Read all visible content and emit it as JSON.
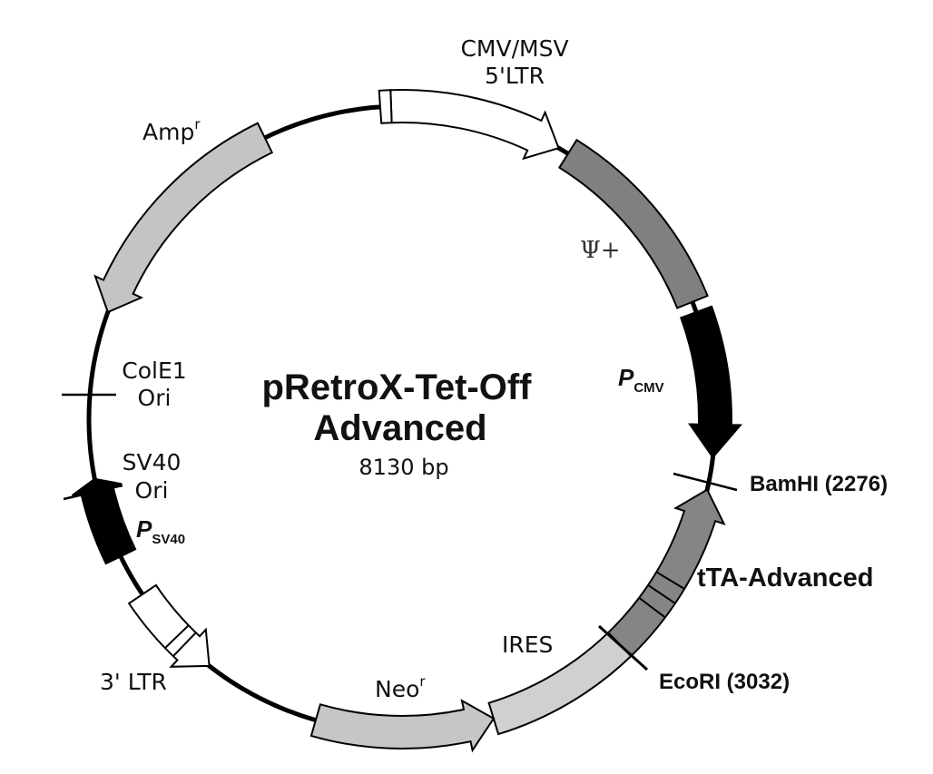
{
  "plasmid": {
    "name_line1": "pRetroX-Tet-Off",
    "name_line2": "Advanced",
    "size": "8130 bp"
  },
  "features": {
    "cmv_msv_line1": "CMV/MSV",
    "cmv_msv_line2": "5'LTR",
    "psi": "Ψ+",
    "pcmv_main": "P",
    "pcmv_sub": "CMV",
    "tta": "tTA-Advanced",
    "ires": "IRES",
    "neo_main": "Neo",
    "neo_sup": "r",
    "ltr3": "3' LTR",
    "psv40_main": "P",
    "psv40_sub": "SV40",
    "sv40_line1": "SV40",
    "sv40_line2": "Ori",
    "cole1_line1": "ColE1",
    "cole1_line2": "Ori",
    "amp_main": "Amp",
    "amp_sup": "r"
  },
  "sites": {
    "bamhi": "BamHI (2276)",
    "ecori": "EcoRI (3032)"
  },
  "colors": {
    "backbone": "#000000",
    "ltr": "#ffffff",
    "psi": "#808080",
    "pcmv": "#000000",
    "tta": "#858585",
    "ires": "#d0d0d0",
    "neo": "#c6c6c6",
    "psv40": "#000000",
    "amp": "#c4c4c4"
  }
}
